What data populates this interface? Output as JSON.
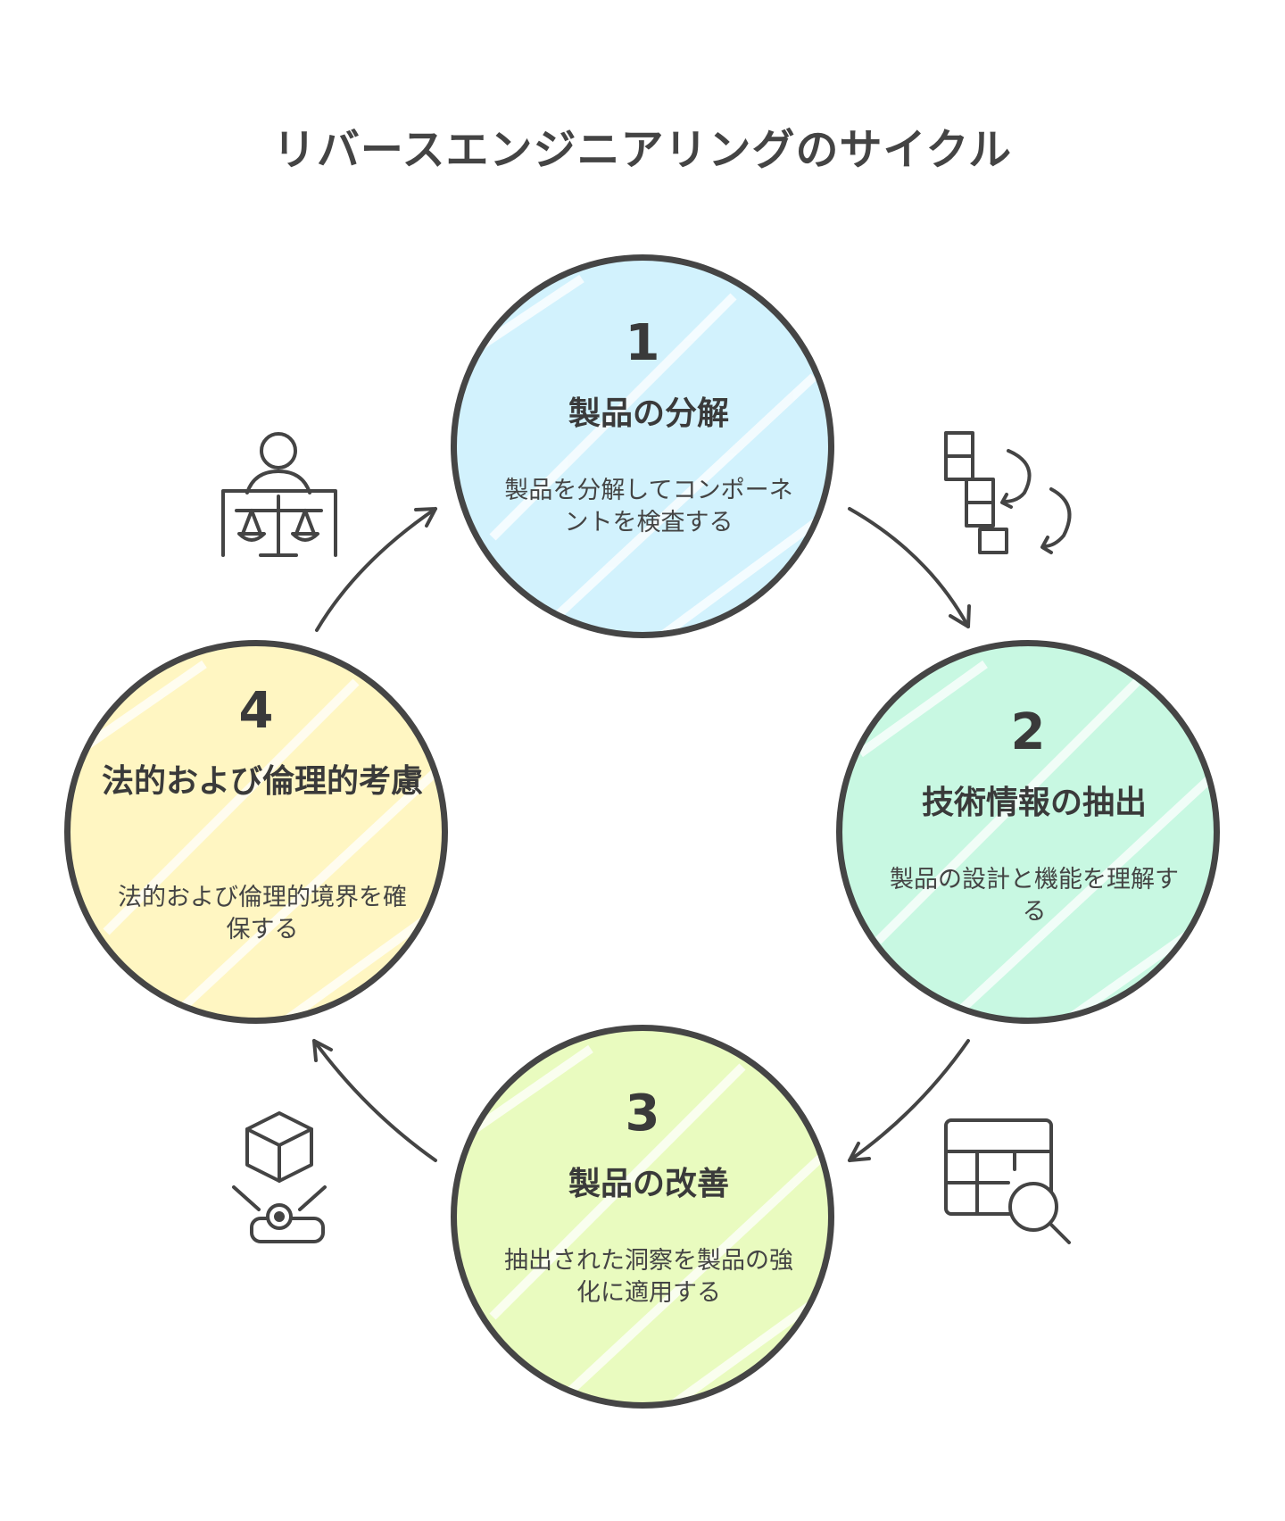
{
  "title": "リバースエンジニアリングのサイクル",
  "steps": [
    {
      "number": "1",
      "heading": "製品の分解",
      "description": "製品を分解してコンポーネントを検査する",
      "color": "#d2f2fd",
      "icon": "disassembly-blocks-icon"
    },
    {
      "number": "2",
      "heading": "技術情報の抽出",
      "description": "製品の設計と機能を理解する",
      "color": "#c8f8e2",
      "icon": "table-magnifier-icon"
    },
    {
      "number": "3",
      "heading": "製品の改善",
      "description": "抽出された洞察を製品の強化に適用する",
      "color": "#e9fbbf",
      "icon": "cube-on-pedestal-icon"
    },
    {
      "number": "4",
      "heading": "法的および倫理的考慮",
      "description": "法的および倫理的境界を確保する",
      "color": "#fff6c2",
      "icon": "person-with-scales-icon"
    }
  ],
  "outline_color": "#454545"
}
